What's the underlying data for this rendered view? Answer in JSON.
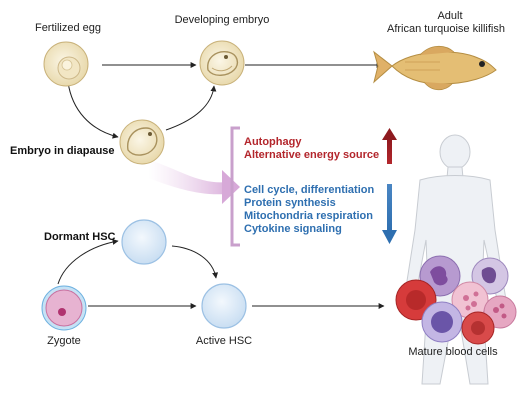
{
  "labels": {
    "fertilized_egg": "Fertilized egg",
    "developing_embryo": "Developing embryo",
    "adult_line1": "Adult",
    "adult_line2": "African turquoise killifish",
    "diapause": "Embryo in diapause",
    "dormant_hsc": "Dormant HSC",
    "zygote": "Zygote",
    "active_hsc": "Active HSC",
    "mature_blood": "Mature blood cells"
  },
  "upregulated": [
    "Autophagy",
    "Alternative energy source"
  ],
  "downregulated": [
    "Cell cycle, differentiation",
    "Protein synthesis",
    "Mitochondria respiration",
    "Cytokine signaling"
  ],
  "colors": {
    "up": "#b3262c",
    "down": "#2e6fb0",
    "bracket": "#c9a0cc",
    "fish": "#e4be74",
    "egg": "#efe2bc",
    "hsc": "#d7e8f7",
    "body": "#eef1f5"
  }
}
